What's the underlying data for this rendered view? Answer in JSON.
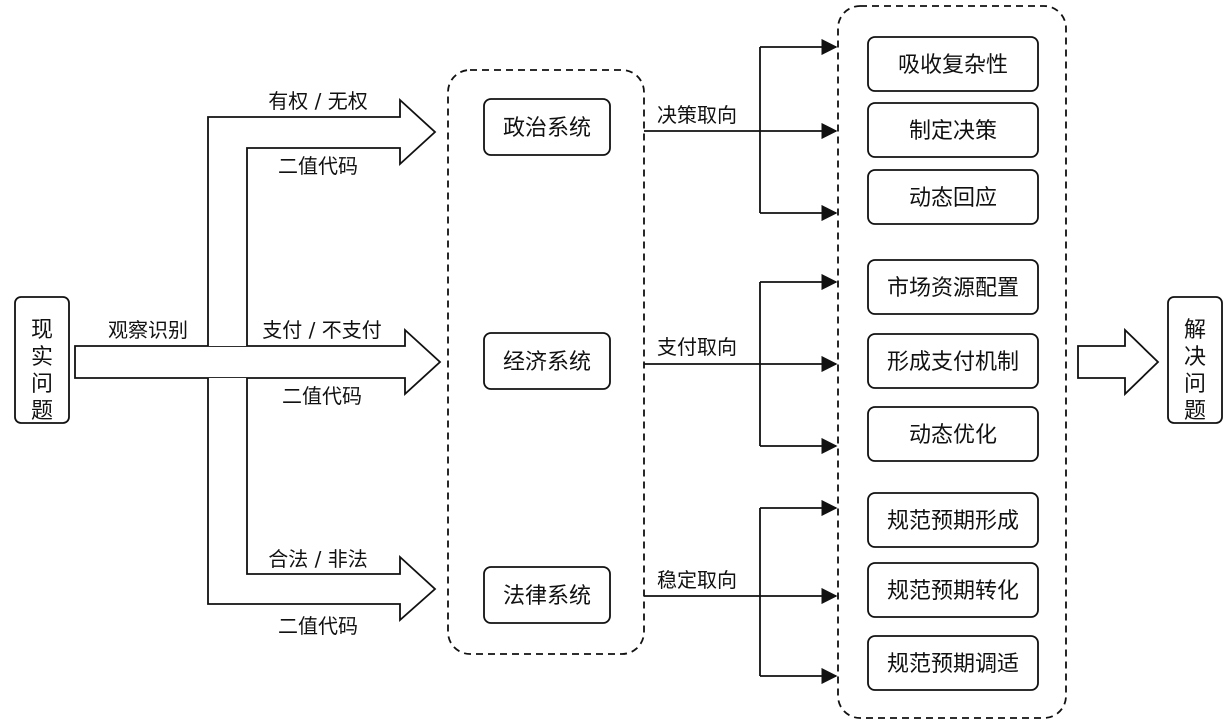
{
  "input_box": {
    "text": "现\n实\n问\n题"
  },
  "output_box": {
    "text": "解\n决\n问\n题"
  },
  "observe_label": "观察识别",
  "branches": [
    {
      "top_label": "有权 / 无权",
      "bottom_label": "二值代码",
      "system": "政治系统"
    },
    {
      "top_label": "支付 / 不支付",
      "bottom_label": "二值代码",
      "system": "经济系统"
    },
    {
      "top_label": "合法 / 非法",
      "bottom_label": "二值代码",
      "system": "法律系统"
    }
  ],
  "orientations": [
    "决策取向",
    "支付取向",
    "稳定取向"
  ],
  "outcome_groups": [
    [
      "吸收复杂性",
      "制定决策",
      "动态回应"
    ],
    [
      "市场资源配置",
      "形成支付机制",
      "动态优化"
    ],
    [
      "规范预期形成",
      "规范预期转化",
      "规范预期调适"
    ]
  ]
}
